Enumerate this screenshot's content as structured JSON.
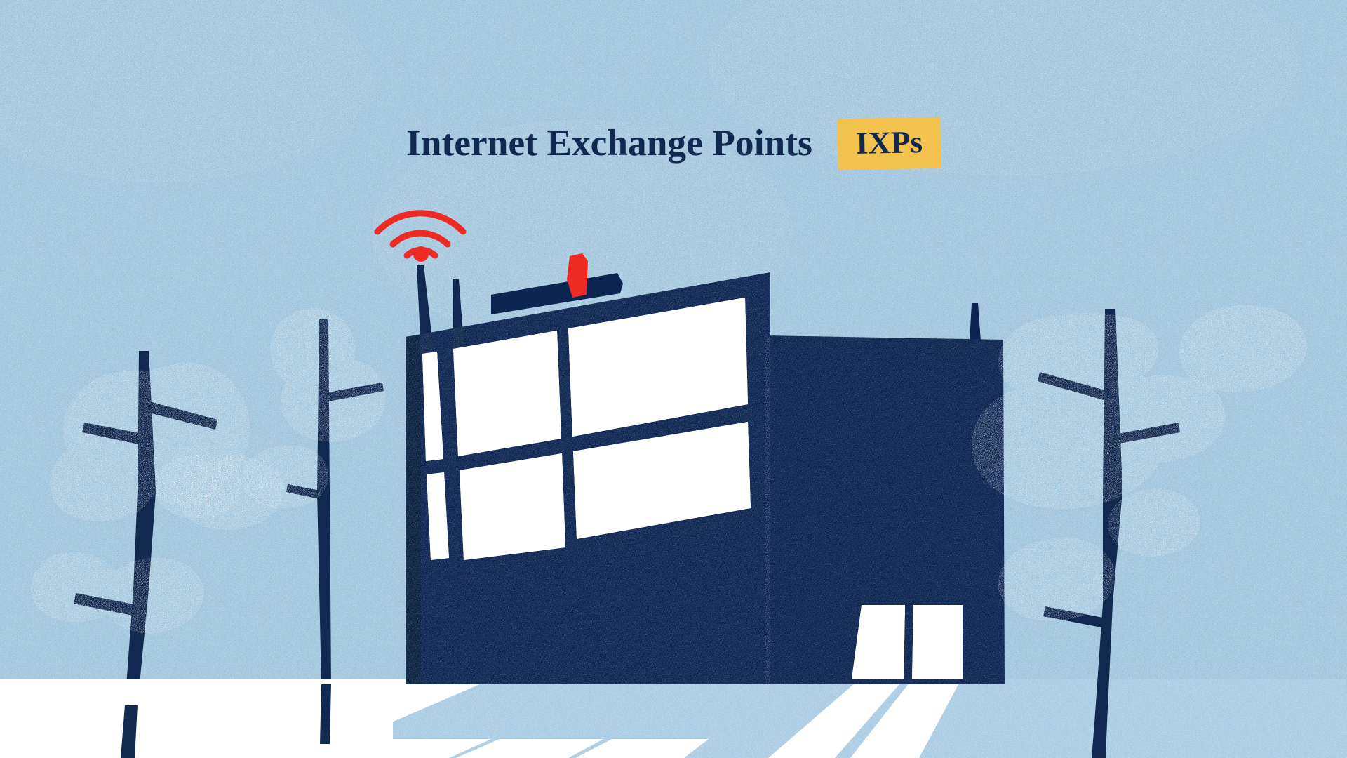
{
  "illustration": {
    "title": "Internet Exchange Points",
    "badge_label": "IXPs",
    "scene_description": "Flat-style illustration of a data center / internet exchange point building with wifi antenna, trees and snow",
    "palette": {
      "sky": "#9fc4dc",
      "navy": "#0b2450",
      "navy_dark": "#08203f",
      "green": "#1b6b2e",
      "red": "#ee2a24",
      "yellow": "#f2c14e",
      "white": "#ffffff",
      "ground_shadow": "#a9cbe3",
      "ground": "#ffffff"
    },
    "elements": [
      {
        "name": "wifi-signal-icon",
        "arcs": 3,
        "color": "#ee2a24"
      },
      {
        "name": "antenna-mast",
        "count": 3,
        "color": "#0b2450"
      },
      {
        "name": "roof-flag-marker",
        "color": "#ee2a24"
      },
      {
        "name": "window-grid",
        "rows": 2,
        "columns": 3,
        "pane_color": "#ffffff"
      },
      {
        "name": "entrance-doorway",
        "panels": 2,
        "color": "#ffffff"
      },
      {
        "name": "tree-left-far",
        "leaves": 4
      },
      {
        "name": "tree-left-near",
        "leaves": 4
      },
      {
        "name": "tree-right",
        "leaves": 5
      },
      {
        "name": "ground-plane",
        "color": "#ffffff"
      },
      {
        "name": "building-shadow",
        "color": "#a9cbe3"
      }
    ]
  }
}
